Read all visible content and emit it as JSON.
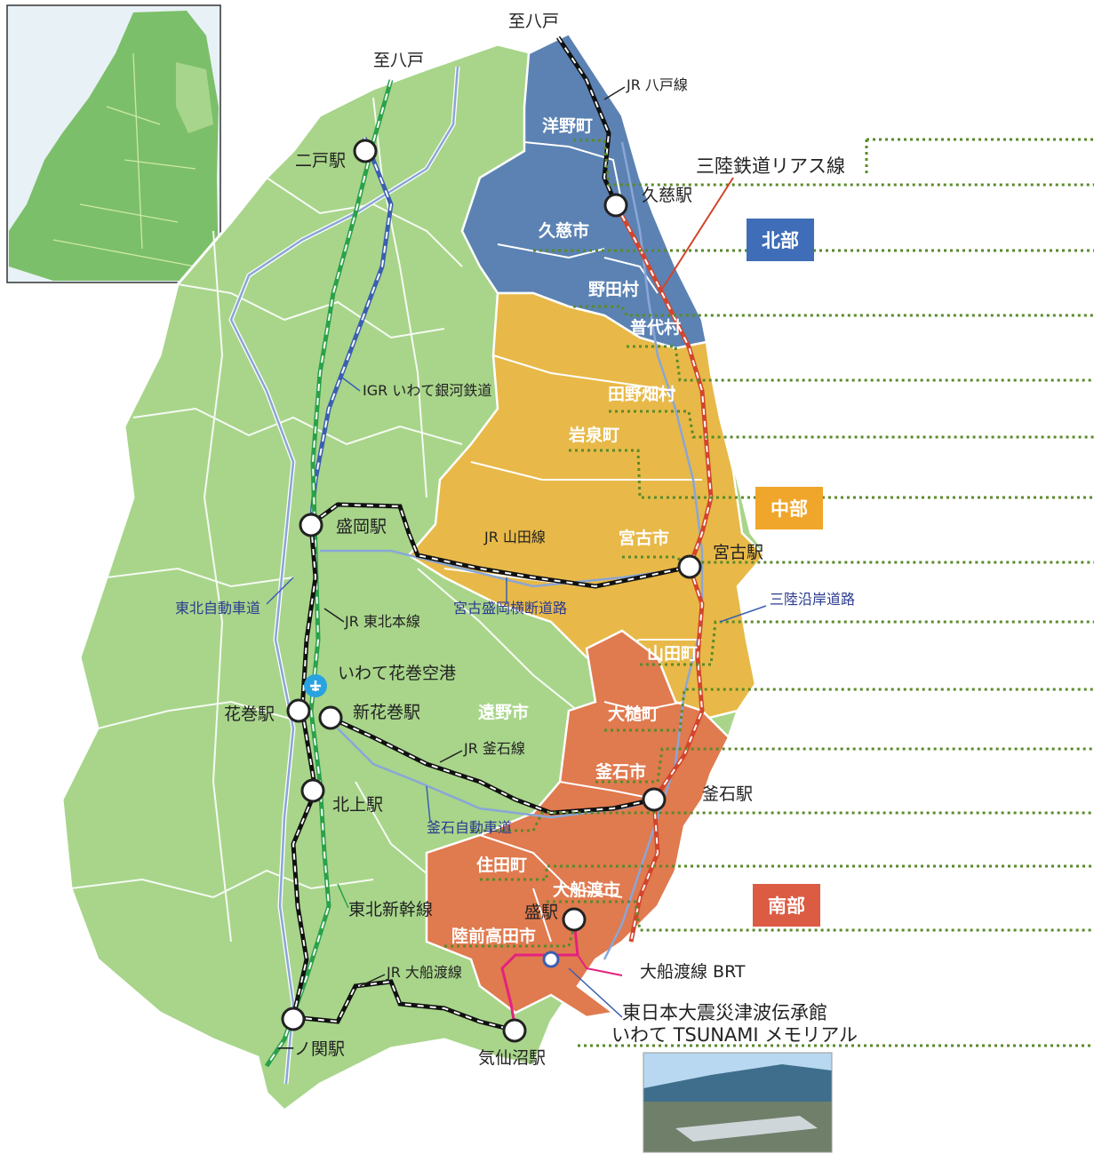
{
  "colors": {
    "north": "#5b82b3",
    "central": "#e8b948",
    "south": "#e07a4f",
    "land": "#a8d58a",
    "land_border": "#ffffff",
    "leader": "#5a8a2a",
    "highway": "#8aa6d6",
    "igr": "#3b5fb0",
    "shinkansen": "#2aa14a",
    "sanriku": "#d2452c",
    "brt": "#e4217f",
    "label_north_bg": "#3f6db7",
    "label_central_bg": "#f0a62a",
    "label_south_bg": "#dc5b43"
  },
  "regions": {
    "north": "北部",
    "central": "中部",
    "south": "南部"
  },
  "municipalities": {
    "hirono": "洋野町",
    "kuji": "久慈市",
    "noda": "野田村",
    "fudai": "普代村",
    "tanohata": "田野畑村",
    "iwaizumi": "岩泉町",
    "miyako": "宮古市",
    "yamada": "山田町",
    "otsuchi": "大槌町",
    "kamaishi": "釜石市",
    "sumita": "住田町",
    "ofunato": "大船渡市",
    "rikuzentakata": "陸前高田市",
    "tono": "遠野市"
  },
  "stations": {
    "ninohe": "二戸駅",
    "kuji": "久慈駅",
    "morioka": "盛岡駅",
    "miyako": "宮古駅",
    "hanamaki": "花巻駅",
    "shinhanamaki": "新花巻駅",
    "kitakami": "北上駅",
    "kamaishi": "釜石駅",
    "sakari": "盛駅",
    "ichinoseki": "一ノ関駅",
    "kesennuma": "気仙沼駅"
  },
  "lines": {
    "to_hachinohe_1": "至八戸",
    "to_hachinohe_2": "至八戸",
    "jr_hachinohe": "JR 八戸線",
    "sanriku_rias": "三陸鉄道リアス線",
    "igr": "IGR いわて銀河鉄道",
    "jr_yamada": "JR 山田線",
    "jr_tohoku": "JR 東北本線",
    "jr_kamaishi": "JR 釜石線",
    "tohoku_shinkansen": "東北新幹線",
    "jr_ofunato": "JR 大船渡線",
    "ofunato_brt": "大船渡線 BRT"
  },
  "roads": {
    "tohoku_expressway": "東北自動車道",
    "miyako_morioka": "宮古盛岡横断道路",
    "sanriku_coastal": "三陸沿岸道路",
    "kamaishi_expressway": "釜石自動車道"
  },
  "airport": "いわて花巻空港",
  "memorial": {
    "line1": "東日本大震災津波伝承館",
    "line2": "いわて TSUNAMI メモリアル"
  }
}
